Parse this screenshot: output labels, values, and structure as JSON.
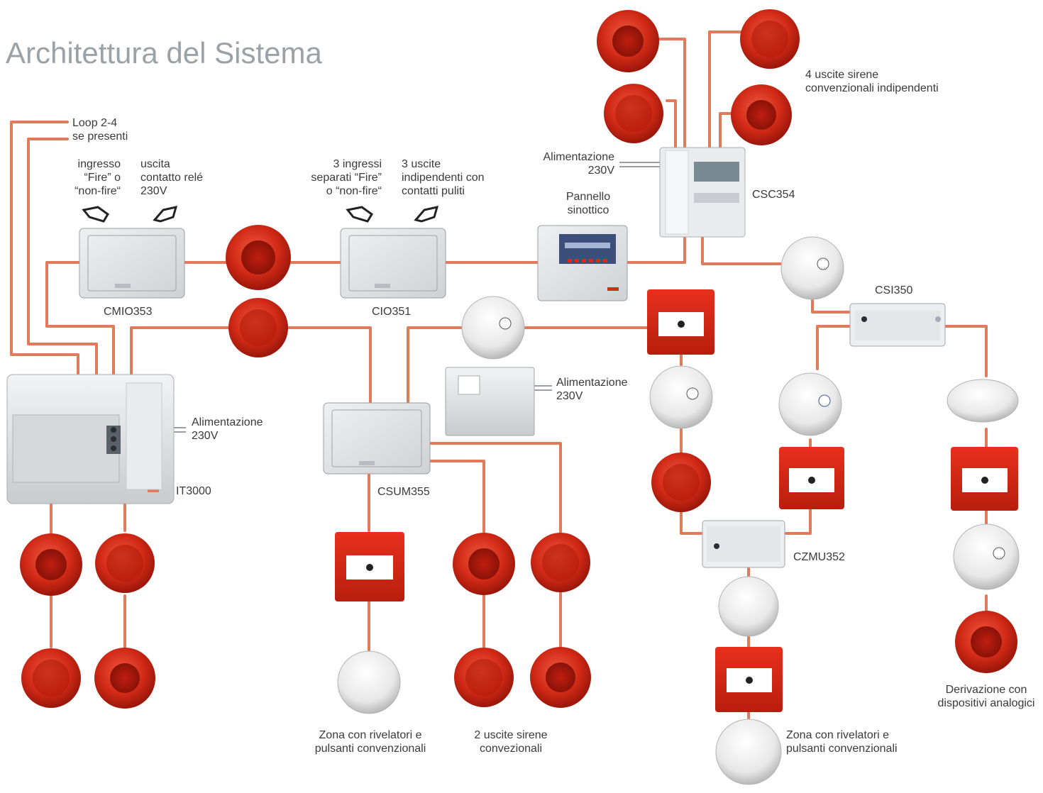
{
  "title": "Architettura del Sistema",
  "labels": {
    "loop_1": "Loop 2-4",
    "loop_2": "se presenti",
    "cmio_in_1": "ingresso",
    "cmio_in_2": "“Fire” o",
    "cmio_in_3": "“non-fire“",
    "cmio_out_1": "uscita",
    "cmio_out_2": "contatto relé",
    "cmio_out_3": "230V",
    "cio_in_1": "3 ingressi",
    "cio_in_2": "separati “Fire”",
    "cio_in_3": "o “non-fire“",
    "cio_out_1": "3 uscite",
    "cio_out_2": "indipendenti con",
    "cio_out_3": "contatti puliti",
    "pannello_1": "Pannello",
    "pannello_2": "sinottico",
    "alim_csc_1": "Alimentazione",
    "alim_csc_2": "230V",
    "sirene4_1": "4 uscite sirene",
    "sirene4_2": "convenzionali indipendenti",
    "csc354": "CSC354",
    "csi350": "CSI350",
    "cmio353": "CMIO353",
    "cio351": "CIO351",
    "alim_it_1": "Alimentazione",
    "alim_it_2": "230V",
    "it3000": "IT3000",
    "alim_csum_1": "Alimentazione",
    "alim_csum_2": "230V",
    "csum355": "CSUM355",
    "czmu352": "CZMU352",
    "zona1_1": "Zona con rivelatori e",
    "zona1_2": "pulsanti convenzionali",
    "sirene2_1": "2 uscite sirene",
    "sirene2_2": "convezionali",
    "zona2_1": "Zona con rivelatori e",
    "zona2_2": "pulsanti convenzionali",
    "deriv_1": "Derivazione con",
    "deriv_2": "dispositivi analogici"
  },
  "colors": {
    "wire": "#e07a5a",
    "red": "#d62a1a",
    "title": "#9aa2a8"
  }
}
